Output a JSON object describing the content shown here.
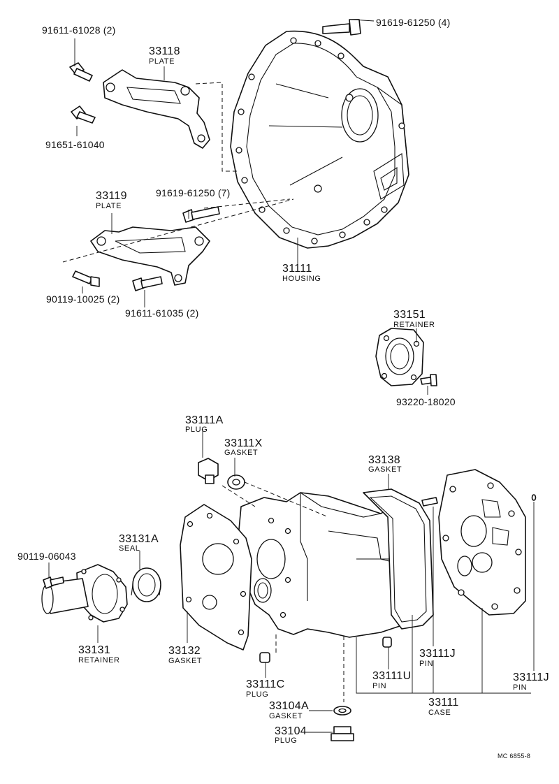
{
  "labels": {
    "p91611_61028": "91611-61028 (2)",
    "p33118": "33118",
    "p33118_name": "PLATE",
    "p91651_61040": "91651-61040",
    "p91619_61250_4": "91619-61250 (4)",
    "p91619_61250_7": "91619-61250 (7)",
    "p33119": "33119",
    "p33119_name": "PLATE",
    "p90119_10025": "90119-10025 (2)",
    "p91611_61035": "91611-61035 (2)",
    "p31111": "31111",
    "p31111_name": "HOUSING",
    "p33151": "33151",
    "p33151_name": "RETAINER",
    "p93220_18020": "93220-18020",
    "p33111A": "33111A",
    "p33111A_name": "PLUG",
    "p33111X": "33111X",
    "p33111X_name": "GASKET",
    "p33138": "33138",
    "p33138_name": "GASKET",
    "p33131A": "33131A",
    "p33131A_name": "SEAL",
    "p90119_06043": "90119-06043",
    "p33131": "33131",
    "p33131_name": "RETAINER",
    "p33132": "33132",
    "p33132_name": "GASKET",
    "p33111C": "33111C",
    "p33111C_name": "PLUG",
    "p33111U": "33111U",
    "p33111U_name": "PIN",
    "p33111J_a": "33111J",
    "p33111J_a_name": "PIN",
    "p33111J_b": "33111J",
    "p33111J_b_name": "PIN",
    "p33111": "33111",
    "p33111_name": "CASE",
    "p33104A": "33104A",
    "p33104A_name": "GASKET",
    "p33104": "33104",
    "p33104_name": "PLUG",
    "code": "MC 6855-8"
  }
}
